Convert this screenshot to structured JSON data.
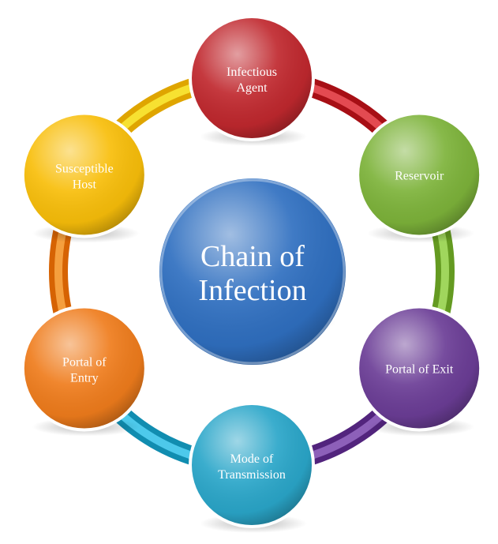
{
  "diagram": {
    "center": {
      "line1": "Chain of",
      "line2": "Infection",
      "color": "#2f6fc0"
    },
    "nodes": [
      {
        "id": "infectious-agent",
        "line1": "Infectious",
        "line2": "Agent",
        "color": "#c0282e"
      },
      {
        "id": "reservoir",
        "line1": "Reservoir",
        "line2": "",
        "color": "#7db33a"
      },
      {
        "id": "portal-of-exit",
        "line1": "Portal of Exit",
        "line2": "",
        "color": "#6b3d96"
      },
      {
        "id": "mode-of-transmission",
        "line1": "Mode of",
        "line2": "Transmission",
        "color": "#2aa6c9"
      },
      {
        "id": "portal-of-entry",
        "line1": "Portal of",
        "line2": "Entry",
        "color": "#ef7c1c"
      },
      {
        "id": "susceptible-host",
        "line1": "Susceptible",
        "line2": "Host",
        "color": "#f8be0a"
      }
    ]
  }
}
